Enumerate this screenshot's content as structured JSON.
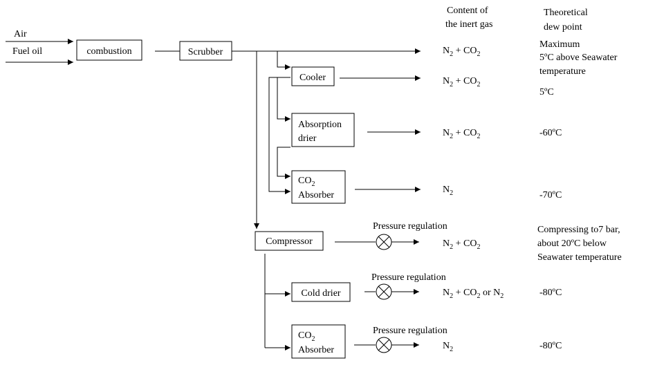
{
  "header": {
    "content_l1": "Content of",
    "content_l2": "the inert gas",
    "dew_l1": "Theoretical",
    "dew_l2": "dew point"
  },
  "inputs": {
    "air": "Air",
    "fuel": "Fuel oil"
  },
  "boxes": {
    "combustion": "combustion",
    "scrubber": "Scrubber",
    "cooler": "Cooler",
    "absorption_l1": "Absorption",
    "absorption_l2": "drier",
    "co2_top_base": "CO",
    "co2_top_sub": "2",
    "co2_top_l2": "Absorber",
    "compressor": "Compressor",
    "cold_drier": "Cold drier",
    "co2_bot_base": "CO",
    "co2_bot_sub": "2",
    "co2_bot_l2": "Absorber"
  },
  "pressure_label": "Pressure regulation",
  "gas": {
    "n": "N",
    "two": "2",
    "plus_co": " + CO",
    "or_n": " or N"
  },
  "dew": {
    "r1_l1": "Maximum",
    "r1_l2": "5ºC above Seawater",
    "r1_l3": "temperature",
    "r2": "5ºC",
    "r3": "-60ºC",
    "r4": "-70ºC",
    "r5_l1": "Compressing to7 bar,",
    "r5_l2": "about 20ºC below",
    "r5_l3": "Seawater temperature",
    "r6": "-80ºC",
    "r7": "-80ºC"
  }
}
